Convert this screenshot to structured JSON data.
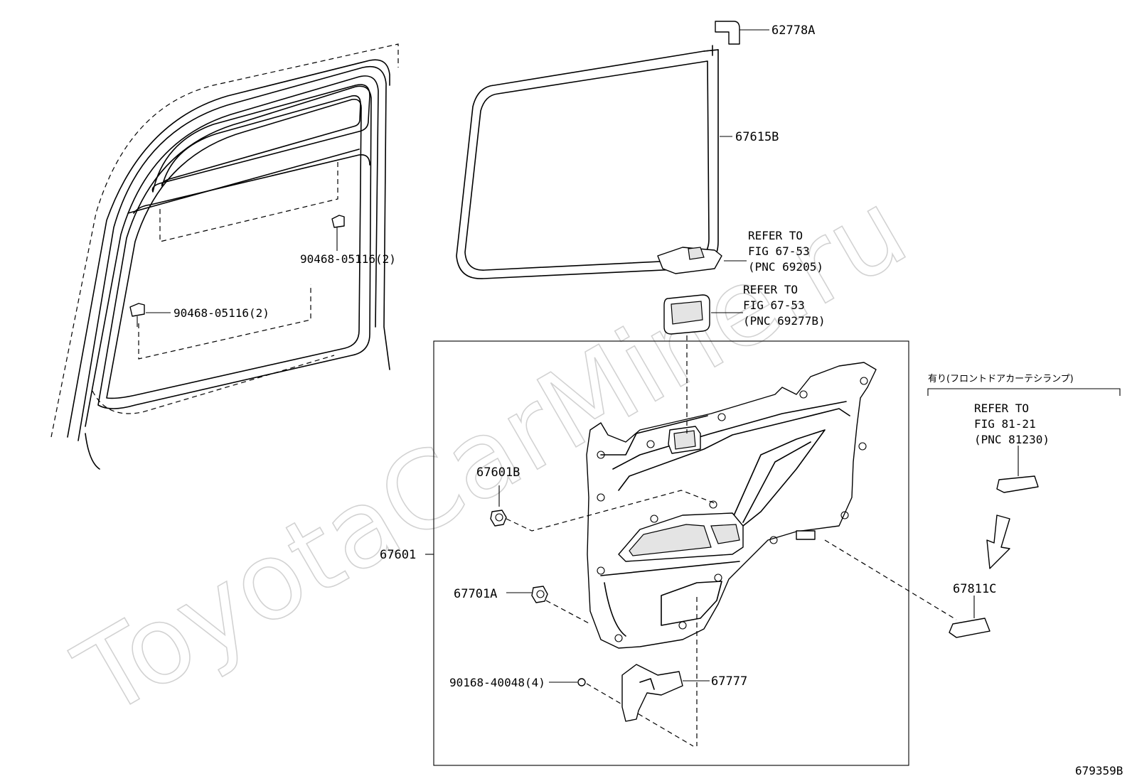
{
  "watermark": "ToyotaCarMine.ru",
  "figure_code": "679359B",
  "conditional_note": "有り(フロントドアカーテシランプ)",
  "parts": {
    "p62778A": "62778A",
    "p67615B": "67615B",
    "p90468_upper": "90468-05116(2)",
    "p90468_lower": "90468-05116(2)",
    "p67601": "67601",
    "p67601B": "67601B",
    "p67701A": "67701A",
    "p90168": "90168-40048(4)",
    "p67777": "67777",
    "p67811C": "67811C"
  },
  "refers": {
    "r1": {
      "line1": "REFER TO",
      "line2": "FIG 67-53",
      "line3": "(PNC 69205)"
    },
    "r2": {
      "line1": "REFER TO",
      "line2": "FIG 67-53",
      "line3": "(PNC 69277B)"
    },
    "r3": {
      "line1": "REFER TO",
      "line2": "FIG 81-21",
      "line3": "(PNC 81230)"
    }
  }
}
